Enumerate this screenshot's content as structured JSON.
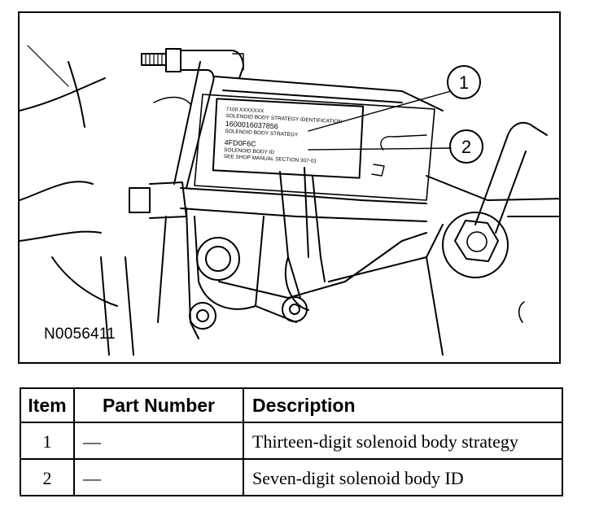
{
  "figure": {
    "id": "N0056411",
    "callouts": [
      "1",
      "2"
    ],
    "label_lines": [
      "7100 XXXXXXX",
      "SOLENOID BODY STRATEGY IDENTIFICATION",
      "1600016037856",
      "SOLENOID BODY STRATEGY",
      "4FD0F6C",
      "SOLENOID BODY ID",
      "SEE SHOP MANUAL SECTION 307-01"
    ]
  },
  "table": {
    "headers": {
      "item": "Item",
      "part_number": "Part Number",
      "description": "Description"
    },
    "rows": [
      {
        "item": "1",
        "part_number": "—",
        "description": "Thirteen-digit solenoid body strategy"
      },
      {
        "item": "2",
        "part_number": "—",
        "description": "Seven-digit solenoid body ID"
      }
    ]
  }
}
